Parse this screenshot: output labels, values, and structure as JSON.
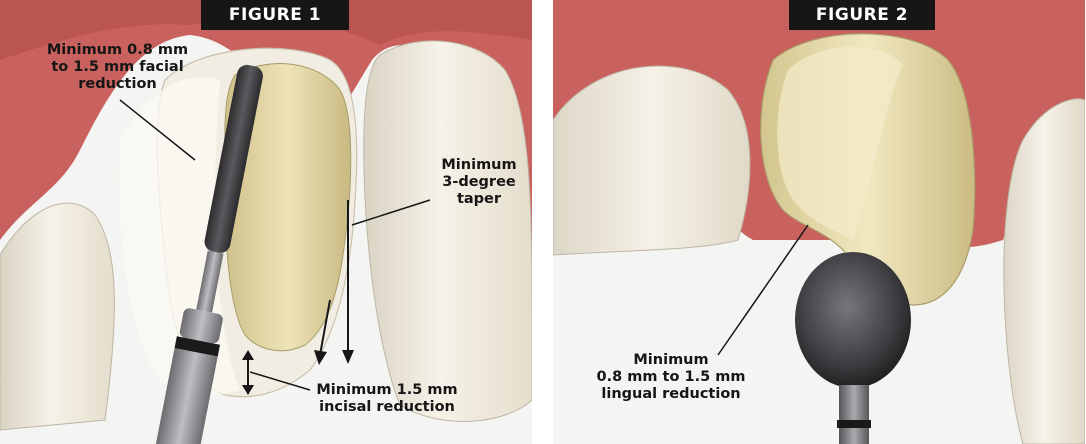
{
  "figures": [
    {
      "title": "FIGURE 1",
      "labels": {
        "facial_reduction": "Minimum 0.8 mm\nto 1.5 mm facial\nreduction",
        "taper": "Minimum\n3-degree taper",
        "incisal_reduction": "Minimum 1.5 mm\nincisal reduction"
      }
    },
    {
      "title": "FIGURE 2",
      "labels": {
        "lingual_reduction": "Minimum\n0.8 mm to 1.5 mm\nlingual reduction"
      }
    }
  ],
  "colors": {
    "gum": "#c9625e",
    "tooth": "#efeadc",
    "prepared_tooth": "#e2d7a6",
    "bur": "#3d3d3f",
    "title_bar": "#161616"
  }
}
